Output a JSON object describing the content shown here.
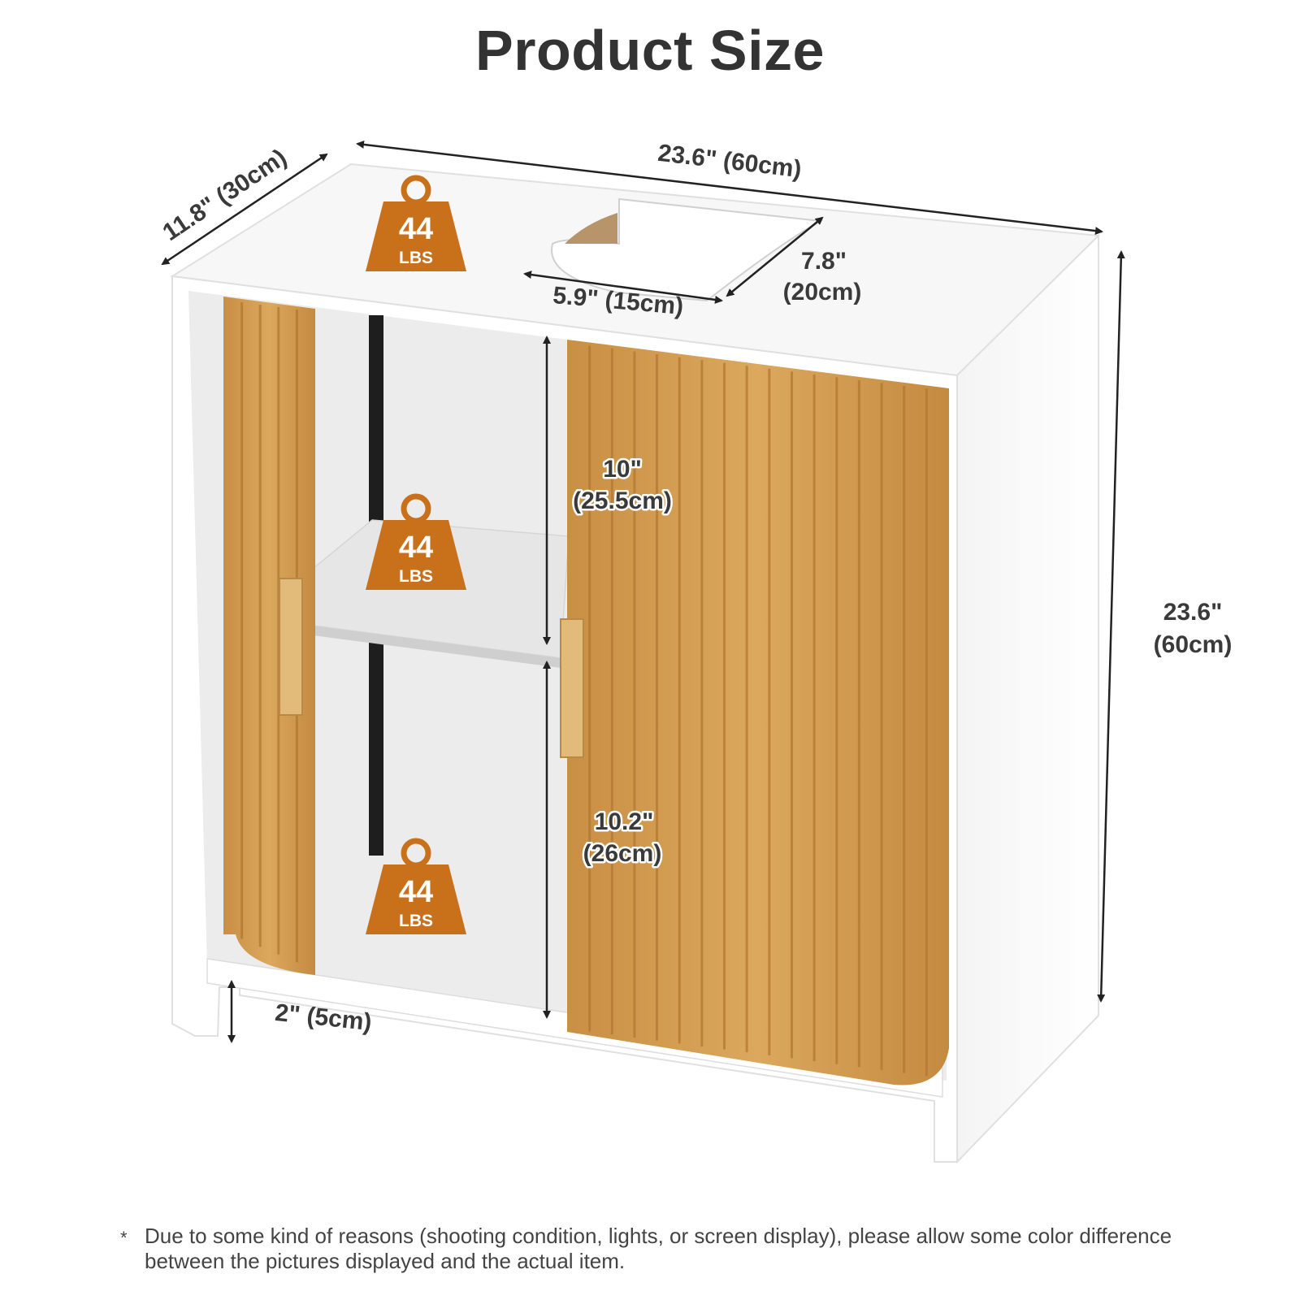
{
  "title": "Product Size",
  "dimensions": {
    "width": "23.6\" (60cm)",
    "depth": "11.8\" (30cm)",
    "height_in": "23.6\"",
    "height_cm": "(60cm)",
    "cutout_width": "5.9\" (15cm)",
    "cutout_depth_in": "7.8\"",
    "cutout_depth_cm": "(20cm)",
    "upper_space_in": "10\"",
    "upper_space_cm": "(25.5cm)",
    "lower_space_in": "10.2\"",
    "lower_space_cm": "(26cm)",
    "leg_height": "2\" (5cm)"
  },
  "load_badges": [
    {
      "value": "44",
      "unit": "LBS"
    },
    {
      "value": "44",
      "unit": "LBS"
    },
    {
      "value": "44",
      "unit": "LBS"
    }
  ],
  "note": {
    "marker": "*",
    "text": "Due to some kind of reasons (shooting condition, lights, or screen display), please allow some color difference between the pictures displayed and the actual item."
  },
  "colors": {
    "badge": "#c8701a",
    "wood": "#d19a4e",
    "wood_groove": "#b27833",
    "cabinet_white": "#ffffff",
    "text": "#333333"
  }
}
